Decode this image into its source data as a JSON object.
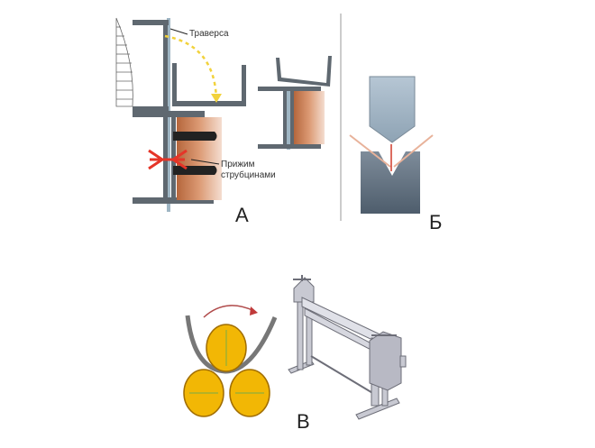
{
  "panel_a": {
    "letter": "А",
    "label_traverse": "Траверса",
    "label_clamp_line1": "Прижим",
    "label_clamp_line2": "струбцинами"
  },
  "panel_b": {
    "letter": "Б"
  },
  "panel_c": {
    "letter": "В"
  },
  "colors": {
    "steel": "#5f6870",
    "gap": "#9fb6c4",
    "wood": "#c77f56",
    "arrow": "#f2d23c",
    "clamp": "#e53528",
    "roller": "#f2b705",
    "roller_edge": "#a06d00",
    "punch": "#a9bccb"
  }
}
